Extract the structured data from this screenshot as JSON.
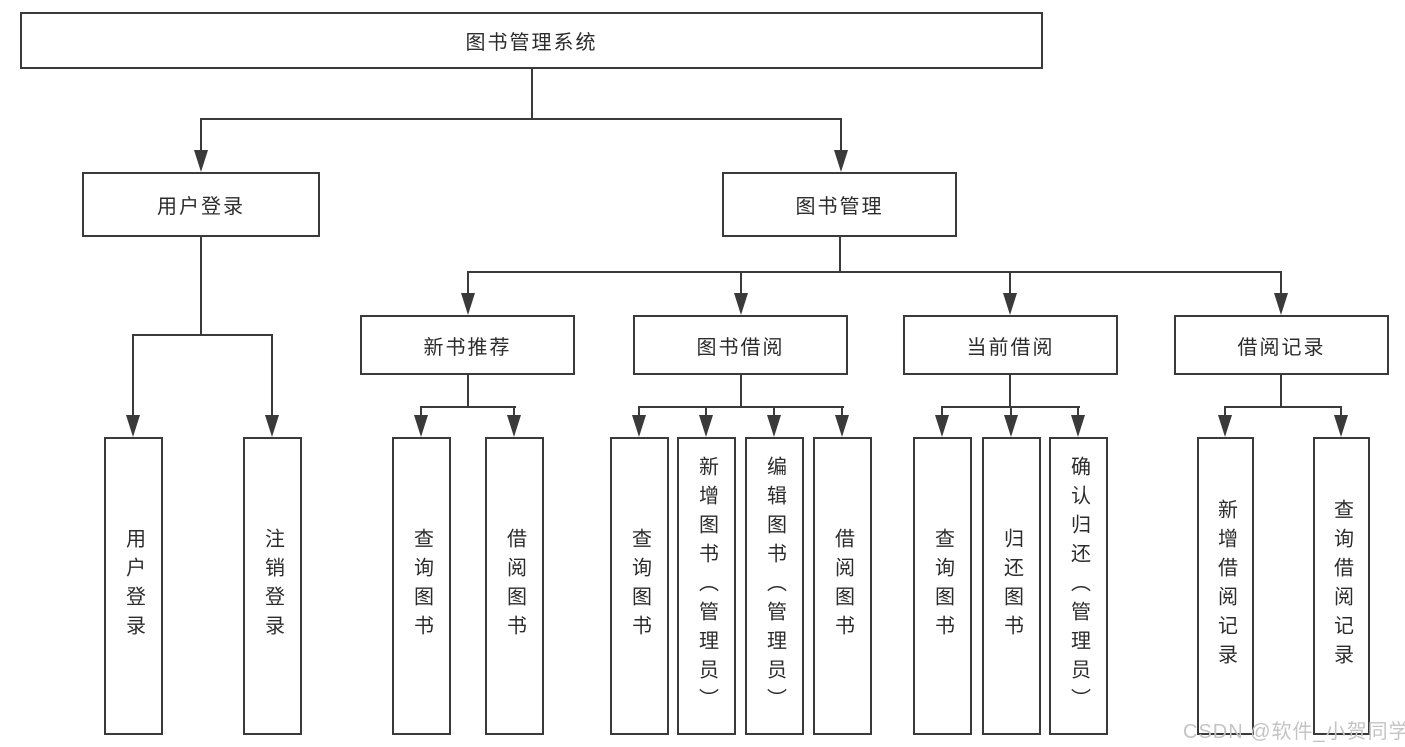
{
  "tree": {
    "label": "图书管理系统",
    "children": [
      {
        "label": "用户登录",
        "children": [
          {
            "label": "用户登录"
          },
          {
            "label": "注销登录"
          }
        ]
      },
      {
        "label": "图书管理",
        "children": [
          {
            "label": "新书推荐",
            "children": [
              {
                "label": "查询图书"
              },
              {
                "label": "借阅图书"
              }
            ]
          },
          {
            "label": "图书借阅",
            "children": [
              {
                "label": "查询图书"
              },
              {
                "label": "新增图书（管理员）"
              },
              {
                "label": "编辑图书（管理员）"
              },
              {
                "label": "借阅图书"
              }
            ]
          },
          {
            "label": "当前借阅",
            "children": [
              {
                "label": "查询图书"
              },
              {
                "label": "归还图书"
              },
              {
                "label": "确认归还（管理员）"
              }
            ]
          },
          {
            "label": "借阅记录",
            "children": [
              {
                "label": "新增借阅记录"
              },
              {
                "label": "查询借阅记录"
              }
            ]
          }
        ]
      }
    ]
  },
  "watermark": "CSDN @软件_小贺同学",
  "colors": {
    "line": "#3a3a3a",
    "box_border": "#3a3a3a",
    "text": "#2c2c2c",
    "background": "#ffffff",
    "watermark": "#c4c4c4"
  }
}
